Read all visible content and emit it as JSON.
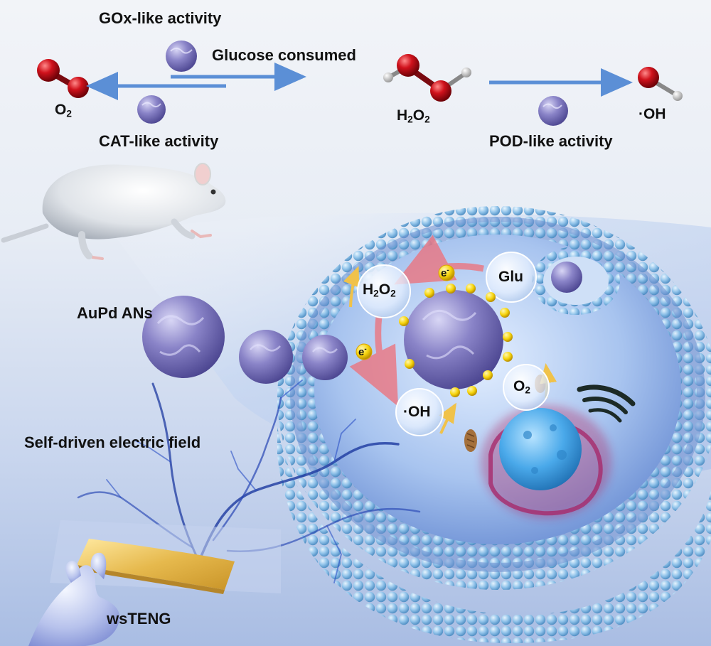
{
  "top": {
    "gox_label": "GOx-like activity",
    "glucose_label": "Glucose consumed",
    "cat_label": "CAT-like activity",
    "pod_label": "POD-like activity",
    "o2_main": "O",
    "o2_sub": "2",
    "h2o2_h": "H",
    "h2o2_sub1": "2",
    "h2o2_o": "O",
    "h2o2_sub2": "2",
    "oh_label": "·OH"
  },
  "side": {
    "aupd_label": "AuPd ANs",
    "field_label": "Self-driven electric field",
    "teng_label": "wsTENG"
  },
  "cell": {
    "glu_label": "Glu",
    "h2o2_main": "H",
    "h2o2_s1": "2",
    "h2o2_mid": "O",
    "h2o2_s2": "2",
    "oh_label": "·OH",
    "o2_main": "O",
    "o2_sub": "2",
    "electron_symbol": "e",
    "electron_charge": "-"
  },
  "colors": {
    "arrow_blue": "#5b8fd6",
    "oxygen_red": "#d0121c",
    "nanozyme_purple": "#8a84c8",
    "membrane_blue": "#8fc3ea",
    "electron_yellow": "#f6d40c",
    "nucleus_blue": "#4aa9ea"
  }
}
